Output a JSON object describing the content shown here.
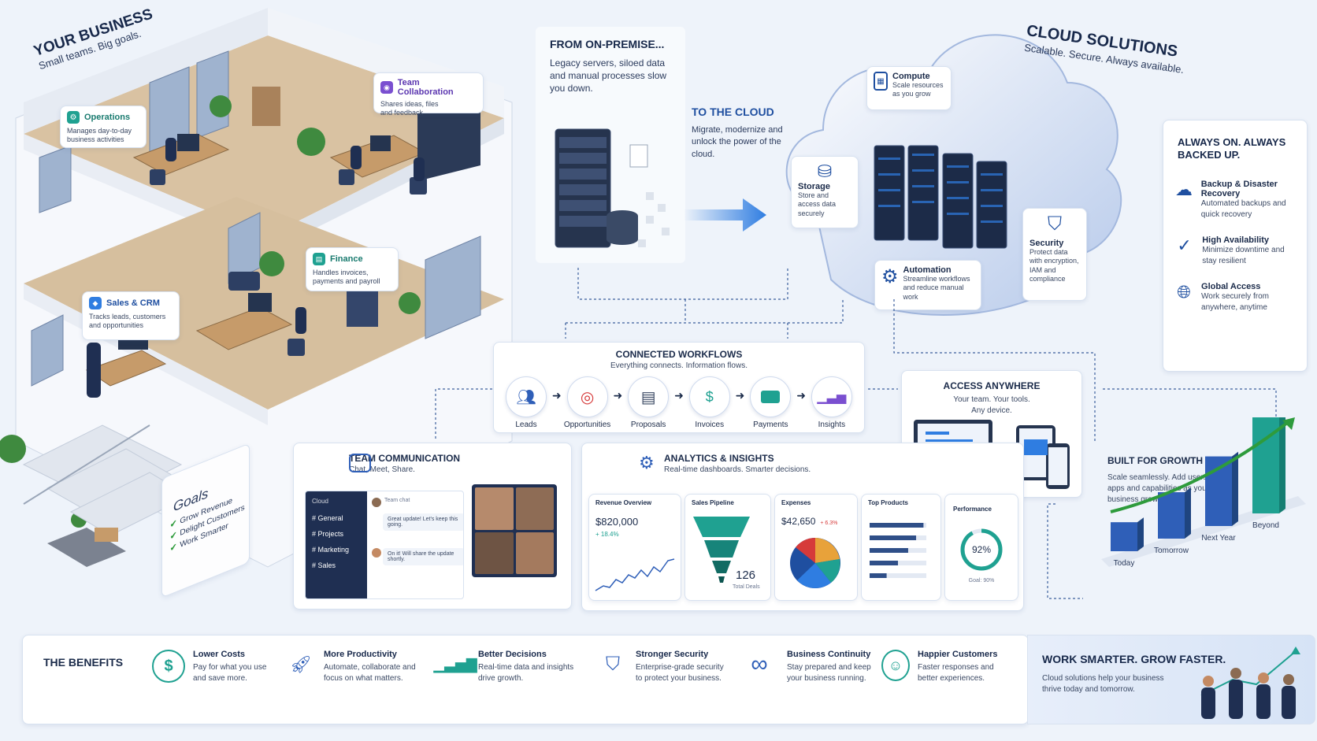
{
  "business": {
    "title": "YOUR BUSINESS",
    "subtitle": "Small teams. Big goals.",
    "departments": [
      {
        "name": "Operations",
        "desc": "Manages day-to-day business activities"
      },
      {
        "name": "Team Collaboration",
        "desc": "Shares ideas, files and feedback"
      },
      {
        "name": "Finance",
        "desc": "Handles invoices, payments and payroll"
      },
      {
        "name": "Sales & CRM",
        "desc": "Tracks leads, customers and opportunities"
      }
    ],
    "goals": {
      "title": "Goals",
      "items": [
        "Grow Revenue",
        "Delight Customers",
        "Work Smarter"
      ]
    }
  },
  "onprem": {
    "title": "FROM ON-PREMISE...",
    "desc": "Legacy servers, siloed data and manual processes slow you down."
  },
  "tocloud": {
    "title": "TO THE CLOUD",
    "desc": "Migrate, modernize and unlock the power of the cloud."
  },
  "cloud": {
    "title": "CLOUD SOLUTIONS",
    "subtitle": "Scalable. Secure. Always available.",
    "services": [
      {
        "name": "Compute",
        "desc": "Scale resources as you grow"
      },
      {
        "name": "Storage",
        "desc": "Store and access data securely"
      },
      {
        "name": "Security",
        "desc": "Protect data with encryption, IAM and compliance"
      },
      {
        "name": "Automation",
        "desc": "Streamline workflows and reduce manual work"
      }
    ]
  },
  "always_on": {
    "title": "ALWAYS ON. ALWAYS BACKED UP.",
    "items": [
      {
        "name": "Backup & Disaster Recovery",
        "desc": "Automated backups and quick recovery",
        "icon": "cloud-backup-icon"
      },
      {
        "name": "High Availability",
        "desc": "Minimize downtime and stay resilient",
        "icon": "check-circle-icon"
      },
      {
        "name": "Global Access",
        "desc": "Work securely from anywhere, anytime",
        "icon": "globe-icon"
      }
    ]
  },
  "workflows": {
    "title": "CONNECTED WORKFLOWS",
    "subtitle": "Everything connects. Information flows.",
    "steps": [
      "Leads",
      "Opportunities",
      "Proposals",
      "Invoices",
      "Payments",
      "Insights"
    ]
  },
  "access": {
    "title": "ACCESS ANYWHERE",
    "desc": "Your team. Your tools. Any device."
  },
  "team_comm": {
    "title": "TEAM COMMUNICATION",
    "subtitle": "Chat, Meet, Share.",
    "sidebar_header": "Cloud",
    "channels": [
      "# General",
      "# Projects",
      "# Marketing",
      "# Sales"
    ],
    "chat_header": "Team chat",
    "messages": [
      "Great update! Let's keep this going.",
      "On it! Will share the update shortly."
    ]
  },
  "analytics": {
    "title": "ANALYTICS & INSIGHTS",
    "subtitle": "Real-time dashboards. Smarter decisions.",
    "revenue": {
      "label": "Revenue Overview",
      "value": "$820,000",
      "change": "+ 18.4%"
    },
    "pipeline": {
      "label": "Sales Pipeline",
      "value": "126",
      "caption": "Total Deals"
    },
    "expenses": {
      "label": "Expenses",
      "value": "$42,650",
      "change": "+ 6.3%"
    },
    "top_products": {
      "label": "Top Products",
      "bars": [
        0.95,
        0.82,
        0.68,
        0.5,
        0.3
      ]
    },
    "performance": {
      "label": "Performance",
      "value": "92%",
      "goal": "Goal: 90%",
      "fraction": 0.92
    }
  },
  "growth": {
    "title": "BUILT FOR GROWTH",
    "desc": "Scale seamlessly. Add users, apps and capabilities as your business grows.",
    "stages": [
      "Today",
      "Tomorrow",
      "Next Year",
      "Beyond"
    ],
    "levels": [
      1,
      1.6,
      2.4,
      3.8
    ]
  },
  "benefits": {
    "title": "THE BENEFITS",
    "items": [
      {
        "name": "Lower Costs",
        "desc": "Pay for what you use and save more.",
        "icon": "dollar-icon"
      },
      {
        "name": "More Productivity",
        "desc": "Automate, collaborate and focus on what matters.",
        "icon": "rocket-icon"
      },
      {
        "name": "Better Decisions",
        "desc": "Real-time data and insights drive growth.",
        "icon": "growth-chart-icon"
      },
      {
        "name": "Stronger Security",
        "desc": "Enterprise-grade security to protect your business.",
        "icon": "shield-check-icon"
      },
      {
        "name": "Business Continuity",
        "desc": "Stay prepared and keep your business running.",
        "icon": "infinity-icon"
      },
      {
        "name": "Happier Customers",
        "desc": "Faster responses and better experiences.",
        "icon": "smile-icon"
      }
    ]
  },
  "cta": {
    "title": "WORK SMARTER. GROW FASTER.",
    "desc": "Cloud solutions help your business thrive today and tomorrow."
  },
  "colors": {
    "primary": "#1f4fa0",
    "accent": "#2f7de1",
    "teal": "#1fa191",
    "green": "#2e9b3c",
    "dark": "#17284a"
  }
}
